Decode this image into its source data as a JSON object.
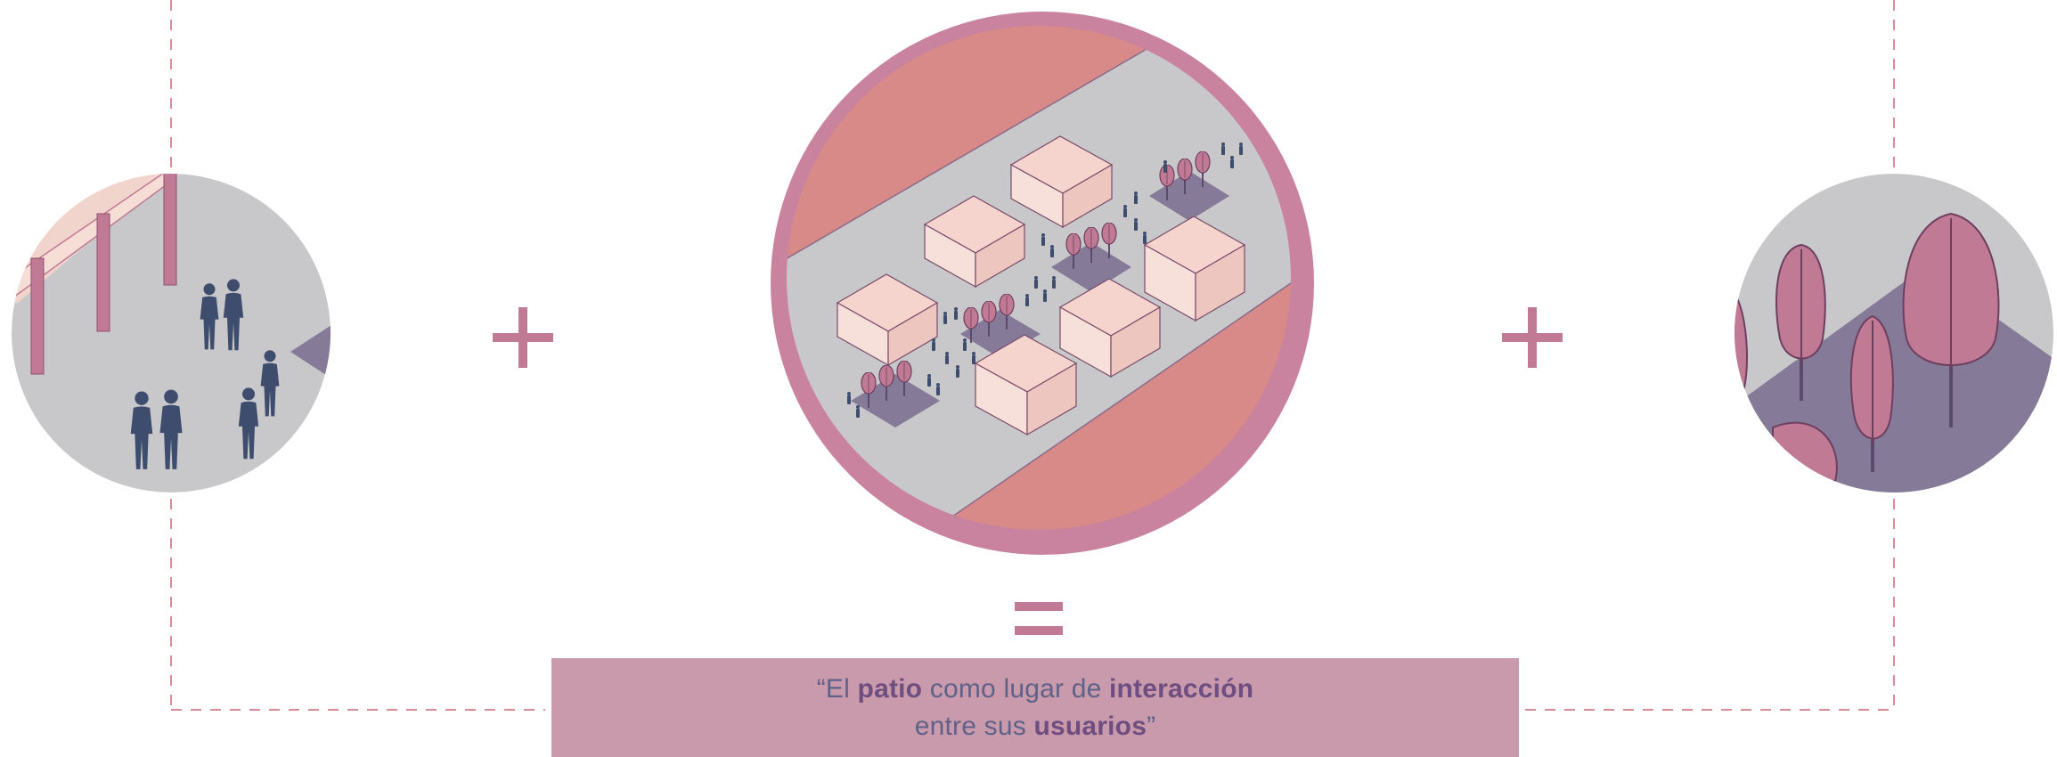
{
  "colors": {
    "accent": "#c07a94",
    "dash": "#d88c98",
    "ground_grey": "#c8c8ca",
    "salmon": "#d88a88",
    "building": "#f4d4cd",
    "plaza": "#857a98",
    "people": "#3e4c6e",
    "tree": "#c07a94",
    "quote_bg": "#c99aab",
    "quote_text": "#5f6189",
    "quote_bold": "#6e4e80"
  },
  "panels": {
    "left": {
      "name": "people-circle",
      "icon": "people-icon"
    },
    "center": {
      "name": "campus-circle",
      "icon": "buildings-icon"
    },
    "right": {
      "name": "trees-circle",
      "icon": "trees-icon"
    }
  },
  "operators": {
    "plus_1": "+",
    "plus_2": "+",
    "equals": "="
  },
  "quote": {
    "line1_open": "“El ",
    "line1_bold1": "patio",
    "line1_mid": " como lugar de ",
    "line1_bold2": "interacción",
    "line2_open": "entre sus ",
    "line2_bold": "usuarios",
    "line2_close": "”"
  }
}
